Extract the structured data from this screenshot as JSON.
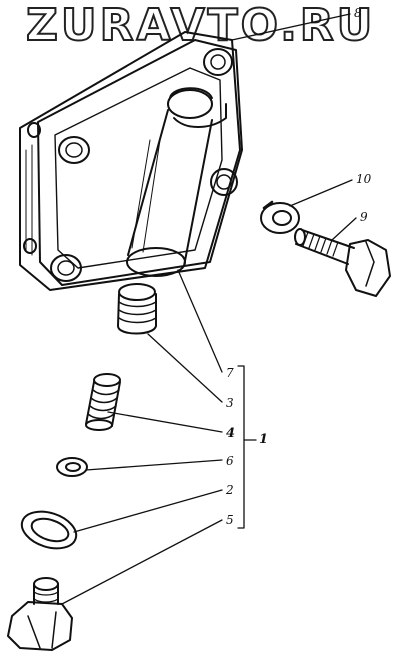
{
  "watermark": "ZURAVTO.RU",
  "callouts": {
    "p1": "1",
    "p2": "2",
    "p3": "3",
    "p4": "4",
    "p5": "5",
    "p6": "6",
    "p7": "7",
    "p8": "8",
    "p9": "9",
    "p10": "10"
  },
  "colors": {
    "ink": "#111111",
    "paper": "#ffffff"
  }
}
